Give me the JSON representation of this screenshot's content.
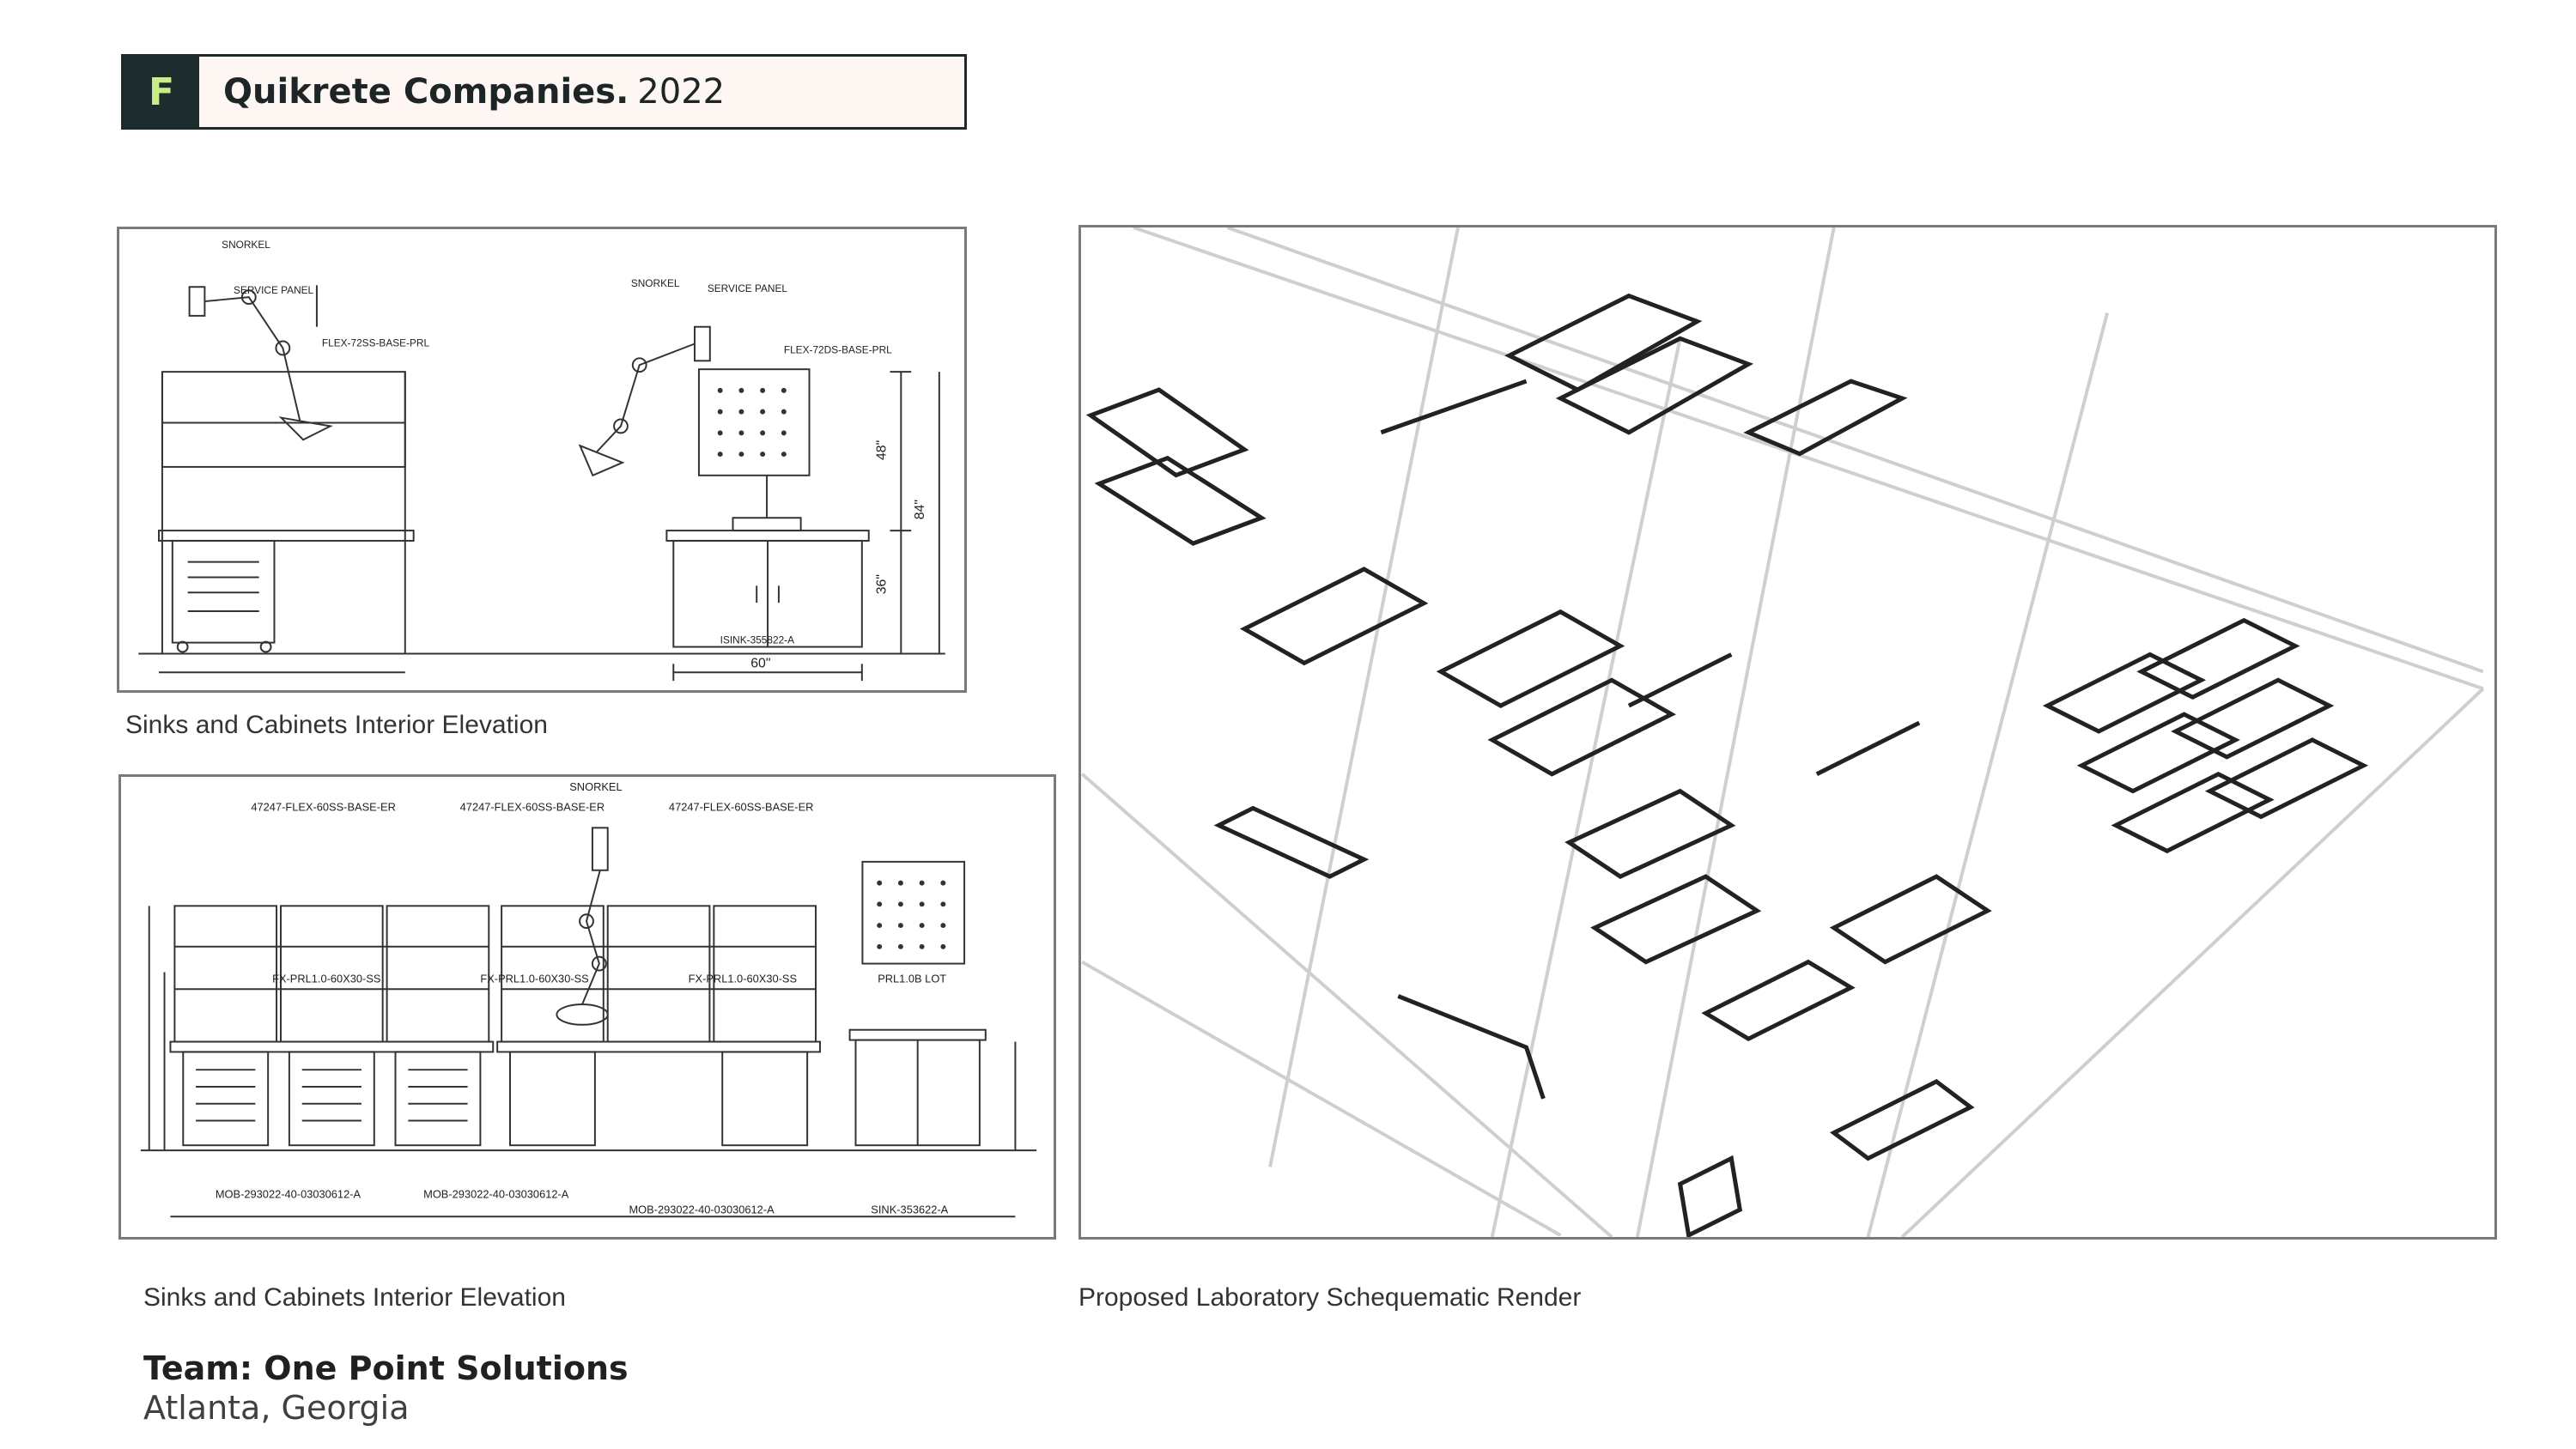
{
  "header": {
    "badge": "F",
    "company": "Quikrete Companies.",
    "year": "2022"
  },
  "drawing_top": {
    "labels": {
      "snorkel_left": "SNORKEL",
      "service_panel_left": "SERVICE PANEL",
      "model_left": "FLEX-72SS-BASE-PRL",
      "snorkel_right": "SNORKEL",
      "service_panel_right": "SERVICE PANEL",
      "model_right": "FLEX-72DS-BASE-PRL",
      "dim_48": "48\"",
      "dim_84": "84\"",
      "dim_36": "36\"",
      "sink": "ISINK-355822-A",
      "dim_60": "60\""
    }
  },
  "drawing_bottom": {
    "labels": {
      "snorkel": "SNORKEL",
      "base_1": "47247-FLEX-60SS-BASE-ER",
      "base_2": "47247-FLEX-60SS-BASE-ER",
      "base_3": "47247-FLEX-60SS-BASE-ER",
      "shelf_1": "FX-PRL1.0-60X30-SS",
      "shelf_2": "FX-PRL1.0-60X30-SS",
      "shelf_3": "FX-PRL1.0-60X30-SS",
      "prl_lot": "PRL1.0B LOT",
      "mob_1": "MOB-293022-40-03030612-A",
      "mob_2": "MOB-293022-40-03030612-A",
      "mob_3": "MOB-293022-40-03030612-A",
      "sink": "SINK-353622-A"
    }
  },
  "captions": {
    "top_left": "Sinks and Cabinets Interior Elevation",
    "bottom_left": "Sinks and Cabinets Interior Elevation",
    "right": "Proposed Laboratory Schequematic Render"
  },
  "footer": {
    "team": "Team: One Point Solutions",
    "location": "Atlanta, Georgia"
  },
  "colors": {
    "badge_bg": "#1d2d2e",
    "badge_text": "#c9ed8b",
    "header_bg": "#fdf6f3"
  }
}
